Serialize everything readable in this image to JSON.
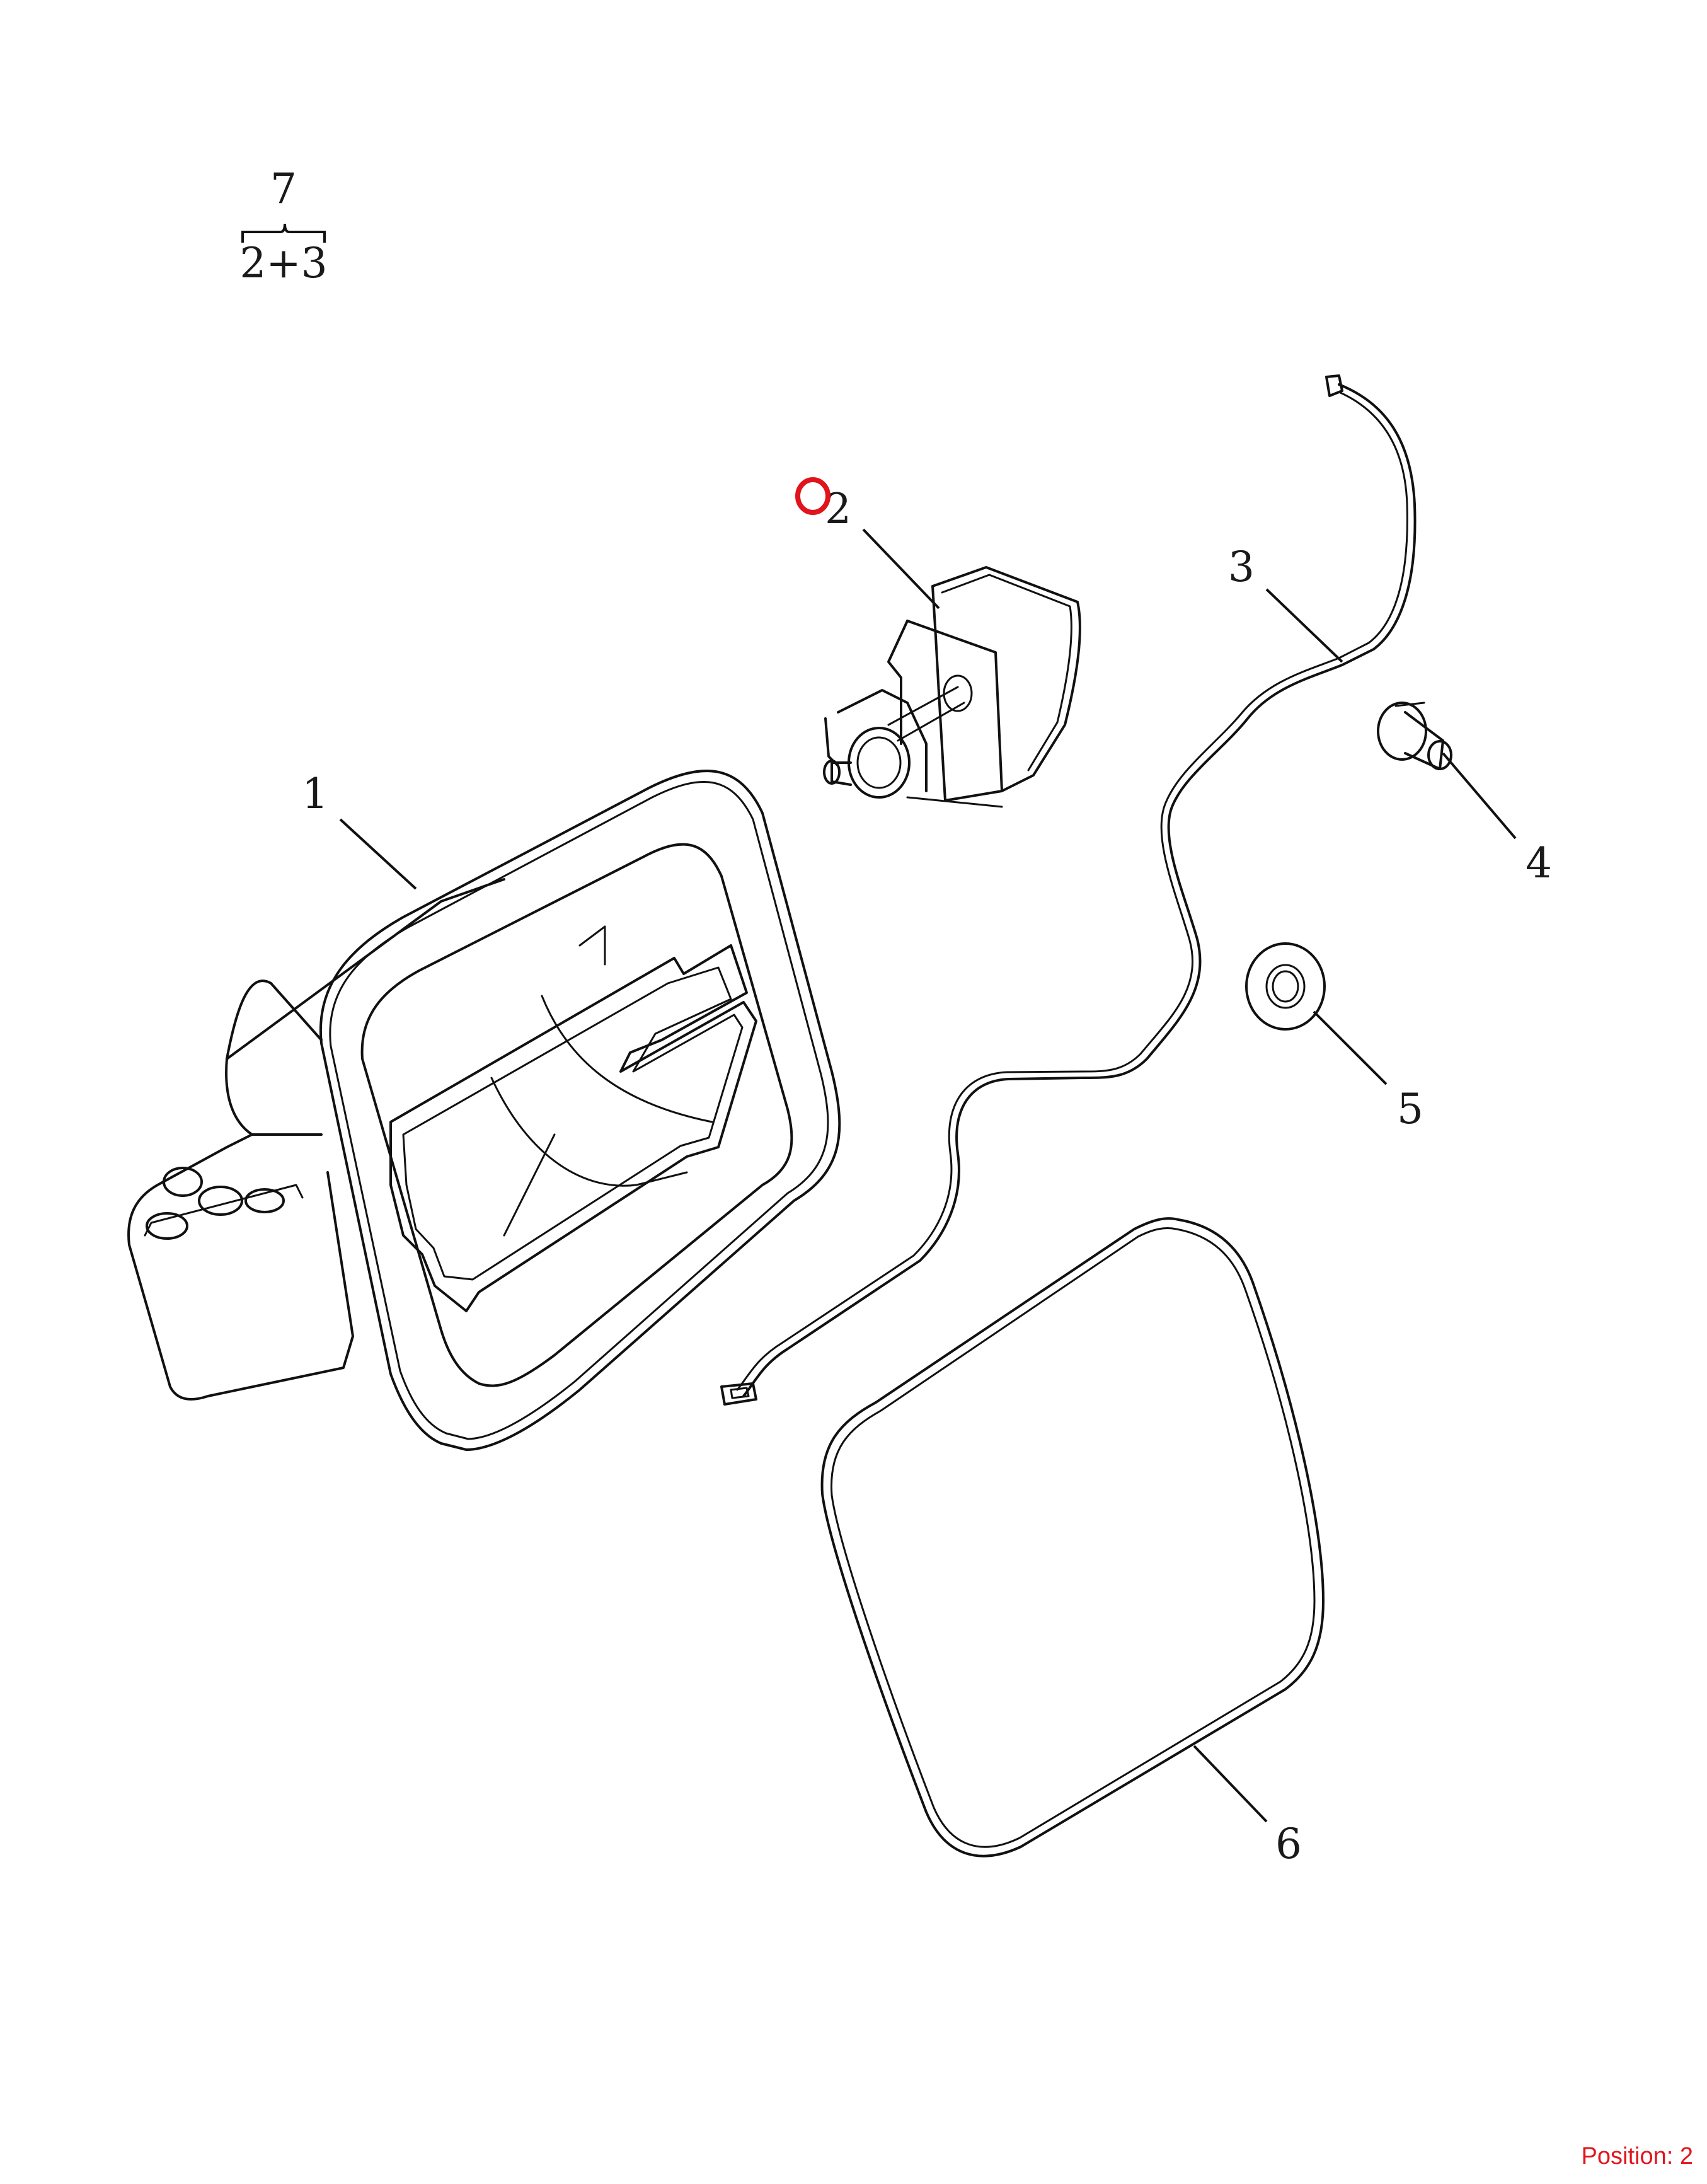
{
  "assembly": {
    "number": "7",
    "components": "2+3"
  },
  "callouts": [
    {
      "id": "1",
      "label": "1"
    },
    {
      "id": "2",
      "label": "2"
    },
    {
      "id": "3",
      "label": "3"
    },
    {
      "id": "4",
      "label": "4"
    },
    {
      "id": "5",
      "label": "5"
    },
    {
      "id": "6",
      "label": "6"
    }
  ],
  "highlight": {
    "target": "2",
    "color": "#e0141c"
  },
  "status": {
    "position_text": "Position: 2"
  },
  "colors": {
    "line": "#111111",
    "highlight": "#e0141c",
    "background": "#ffffff"
  }
}
